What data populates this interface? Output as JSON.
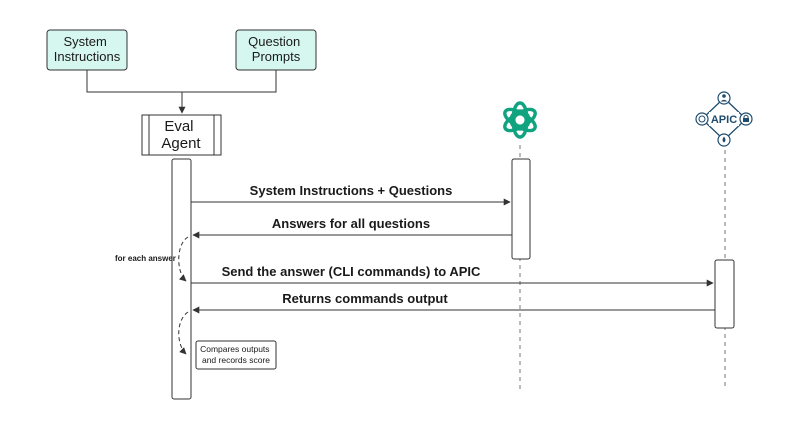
{
  "boxes": {
    "system_instructions": [
      "System",
      "Instructions"
    ],
    "question_prompts": [
      "Question",
      "Prompts"
    ],
    "eval_agent": [
      "Eval",
      "Agent"
    ]
  },
  "apic": {
    "logo_text": "APIC"
  },
  "messages": {
    "m1": "System Instructions + Questions",
    "m2": "Answers for all questions",
    "m3": "Send the answer (CLI commands) to APIC",
    "m4": "Returns commands output"
  },
  "loop_label": "for each answer",
  "note": [
    "Compares outputs",
    "and records score"
  ],
  "colors": {
    "input_box_fill": "#d6f7ef",
    "openai_green": "#10a37f",
    "apic_navy": "#1e4b6e",
    "line": "#333333"
  },
  "icons": {
    "openai": "openai-logo-icon",
    "apic_top": "user-icon",
    "apic_left": "gauge-icon",
    "apic_right": "lock-icon",
    "apic_bottom": "drop-icon"
  }
}
